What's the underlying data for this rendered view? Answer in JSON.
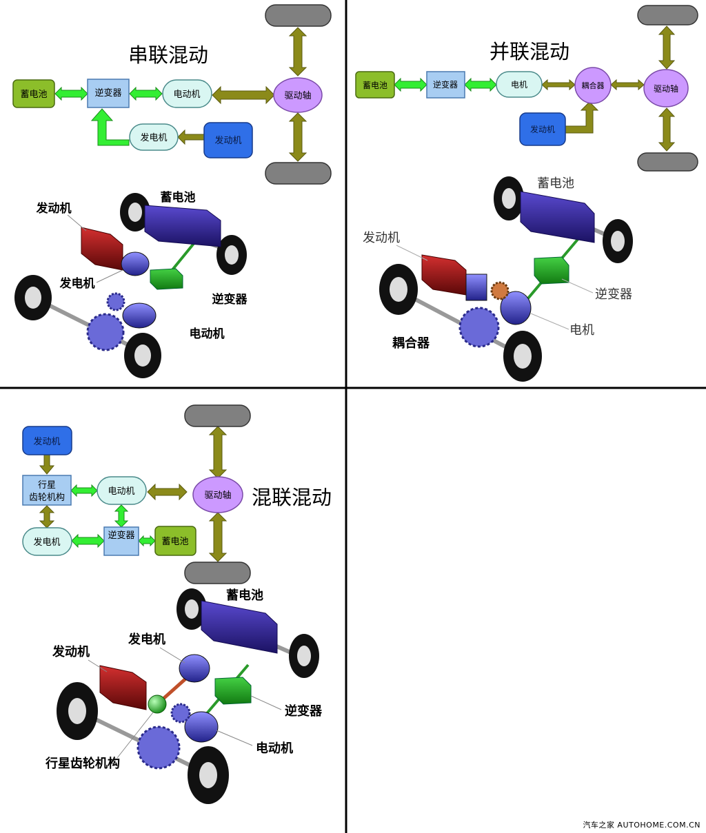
{
  "panels": {
    "series": {
      "title": "串联混动",
      "nodes": {
        "battery": "蓄电池",
        "inverter": "逆变器",
        "motor": "电动机",
        "drive_axle": "驱动轴",
        "generator": "发电机",
        "engine": "发动机"
      },
      "illustration_labels": {
        "battery": "蓄电池",
        "engine": "发动机",
        "generator": "发电机",
        "inverter": "逆变器",
        "motor": "电动机"
      }
    },
    "parallel": {
      "title": "并联混动",
      "nodes": {
        "battery": "蓄电池",
        "inverter": "逆变器",
        "motor": "电机",
        "coupler": "耦合器",
        "drive_axle": "驱动轴",
        "engine": "发动机"
      },
      "illustration_labels": {
        "battery": "蓄电池",
        "engine": "发动机",
        "inverter": "逆变器",
        "motor": "电机",
        "coupler": "耦合器"
      }
    },
    "hybrid": {
      "title": "混联混动",
      "nodes": {
        "engine": "发动机",
        "planetary_line1": "行星",
        "planetary_line2": "齿轮机构",
        "motor": "电动机",
        "drive_axle": "驱动轴",
        "generator": "发电机",
        "inverter": "逆变器",
        "battery": "蓄电池"
      },
      "illustration_labels": {
        "battery": "蓄电池",
        "generator": "发电机",
        "engine": "发动机",
        "inverter": "逆变器",
        "motor": "电动机",
        "planetary": "行星齿轮机构"
      }
    }
  },
  "watermark": "汽车之家  AUTOHOME.COM.CN",
  "colors": {
    "battery": "#8cbe2a",
    "inverter": "#a8cdf2",
    "motor": "#d9f6f2",
    "drive_axle": "#cc99ff",
    "engine": "#2f6fe8",
    "wheel_pad": "#808080",
    "green_arrow": "#33ee33",
    "olive_arrow": "#8b8a1a",
    "chassis_battery": "#2a1e8a",
    "chassis_engine": "#9a1010",
    "chassis_inverter": "#22a02a",
    "chassis_motor": "#4a4ab8"
  }
}
